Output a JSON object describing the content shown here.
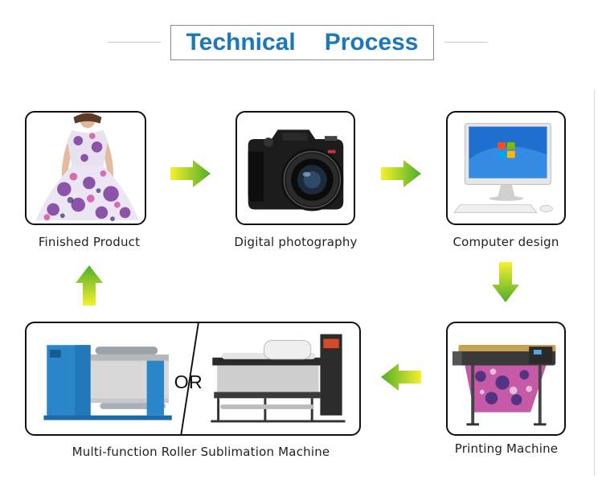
{
  "title": {
    "word1": "Technical",
    "word2": "Process"
  },
  "steps": [
    {
      "label": "Finished Product",
      "icon": "dress-image"
    },
    {
      "label": "Digital photography",
      "icon": "camera-image"
    },
    {
      "label": "Computer design",
      "icon": "computer-image"
    },
    {
      "label": "Printing Machine",
      "icon": "printer-image"
    },
    {
      "label": "Multi-function Roller Sublimation Machine",
      "icon": "roller-machine-image"
    }
  ],
  "or_text": "OR",
  "colors": {
    "title": "#1c78b8",
    "arrow_light": "#f4ee2c",
    "arrow_dark": "#5fb82a",
    "border": "#111111"
  }
}
